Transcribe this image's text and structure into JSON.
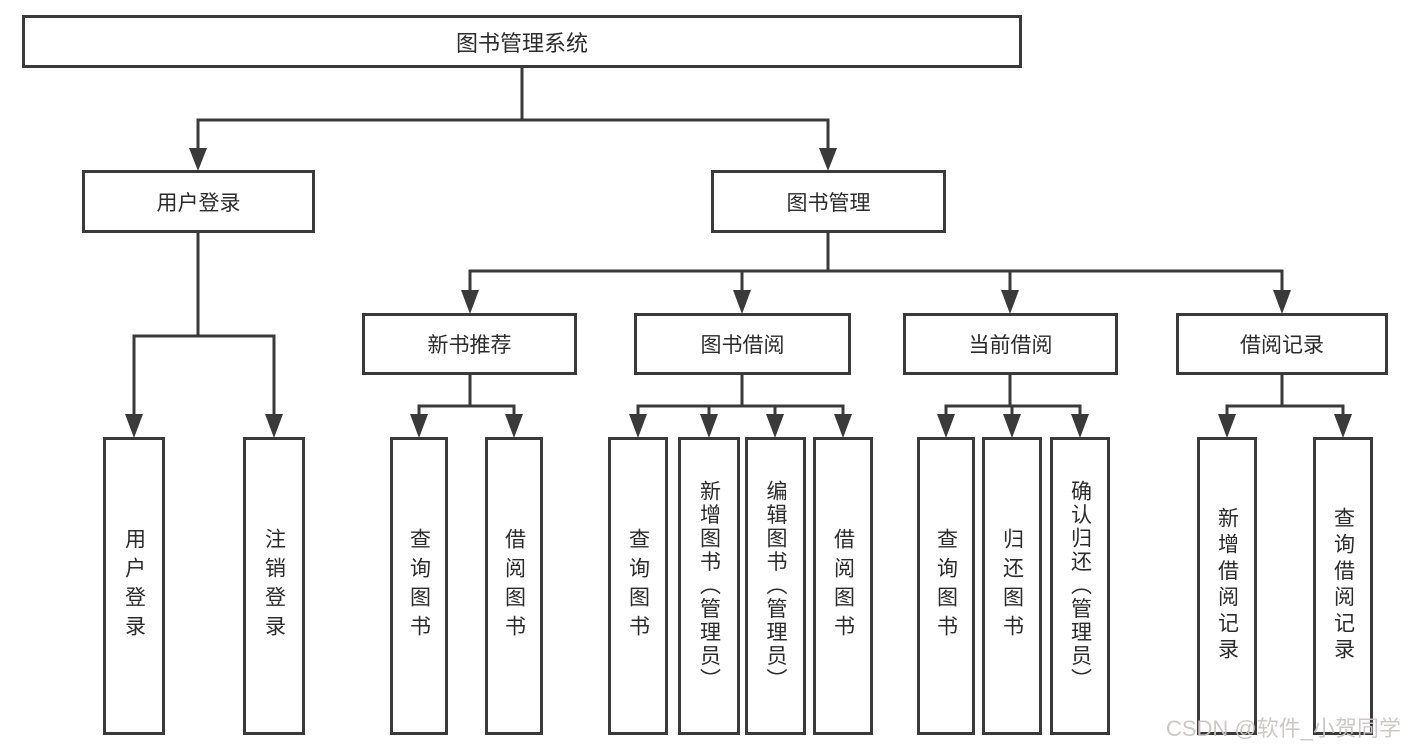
{
  "diagram": {
    "type": "org-tree",
    "title": "图书管理系统",
    "watermark": "CSDN @软件_小贺同学",
    "colors": {
      "line": "#3a3a3a",
      "box_border": "#3a3a3a",
      "text": "#2b2b2b",
      "watermark": "#cbc6c6",
      "background": "#ffffff"
    },
    "tree": {
      "label": "图书管理系统",
      "children": [
        {
          "label": "用户登录",
          "children": [
            {
              "label": "用户登录"
            },
            {
              "label": "注销登录"
            }
          ]
        },
        {
          "label": "图书管理",
          "children": [
            {
              "label": "新书推荐",
              "children": [
                {
                  "label": "查询图书"
                },
                {
                  "label": "借阅图书"
                }
              ]
            },
            {
              "label": "图书借阅",
              "children": [
                {
                  "label": "查询图书"
                },
                {
                  "label": "新增图书（管理员）"
                },
                {
                  "label": "编辑图书（管理员）"
                },
                {
                  "label": "借阅图书"
                }
              ]
            },
            {
              "label": "当前借阅",
              "children": [
                {
                  "label": "查询图书"
                },
                {
                  "label": "归还图书"
                },
                {
                  "label": "确认归还（管理员）"
                }
              ]
            },
            {
              "label": "借阅记录",
              "children": [
                {
                  "label": "新增借阅记录"
                },
                {
                  "label": "查询借阅记录"
                }
              ]
            }
          ]
        }
      ]
    }
  }
}
